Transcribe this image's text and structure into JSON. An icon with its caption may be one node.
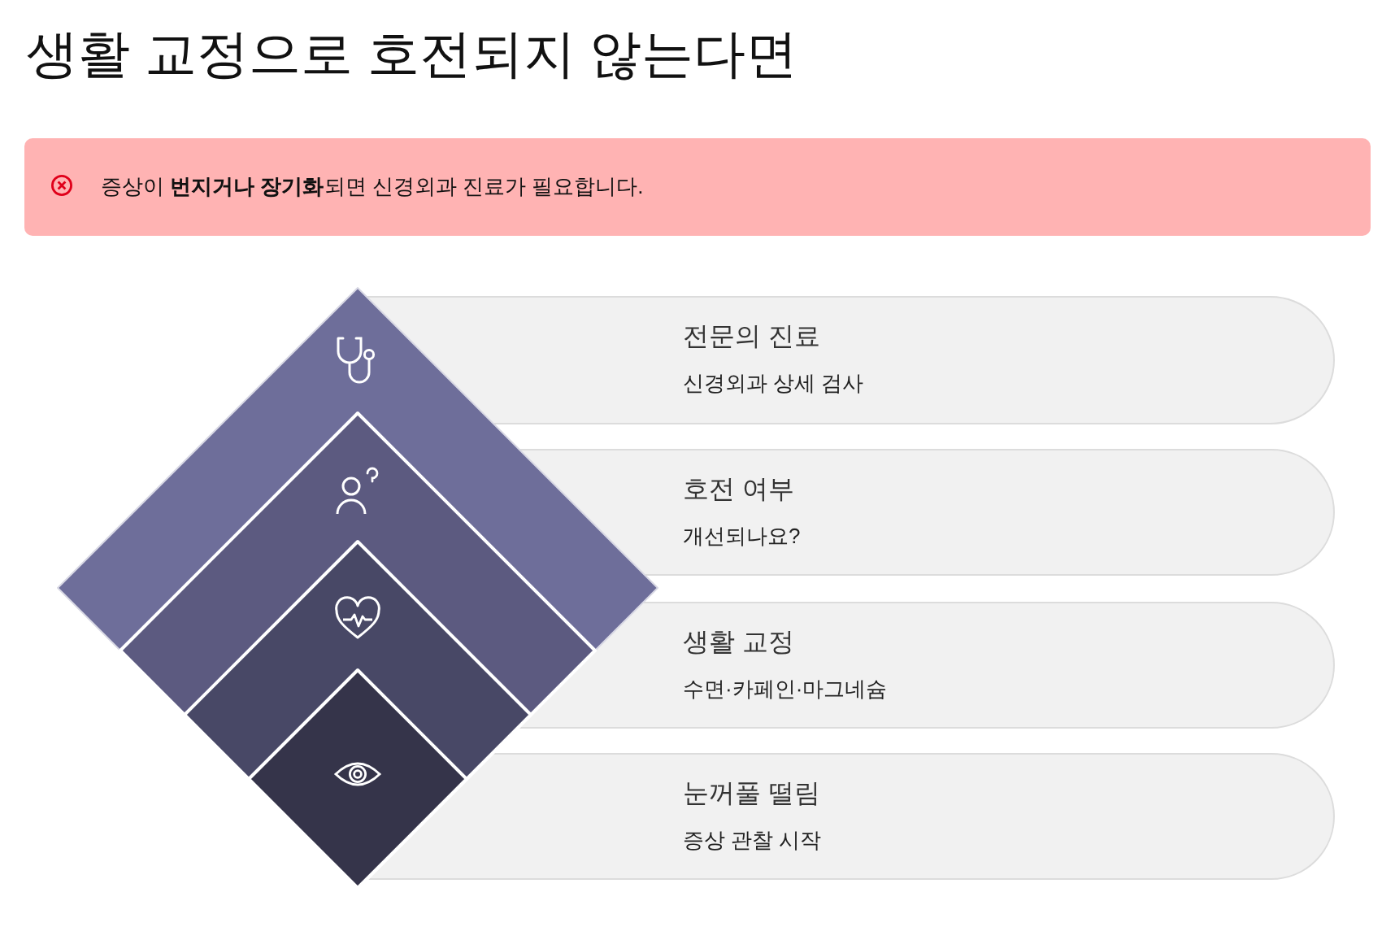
{
  "diagram": {
    "title": "생활 교정으로 호전되지 않는다면",
    "nodes": [
      {
        "text": [
          "증상이 **번지거나 장기화**되면 신경외과 진료가 필요합니다."
        ]
      },
      {
        "text": [
          "전문의 진료",
          "신경외과 상세 검사"
        ]
      },
      {
        "text": [
          "호전 여부",
          "개선되나요?"
        ]
      },
      {
        "text": [
          "생활 교정",
          "수면·카페인·마그네슘"
        ]
      },
      {
        "text": [
          "눈꺼풀 떨림",
          "증상 관찰 시작"
        ]
      }
    ]
  }
}
